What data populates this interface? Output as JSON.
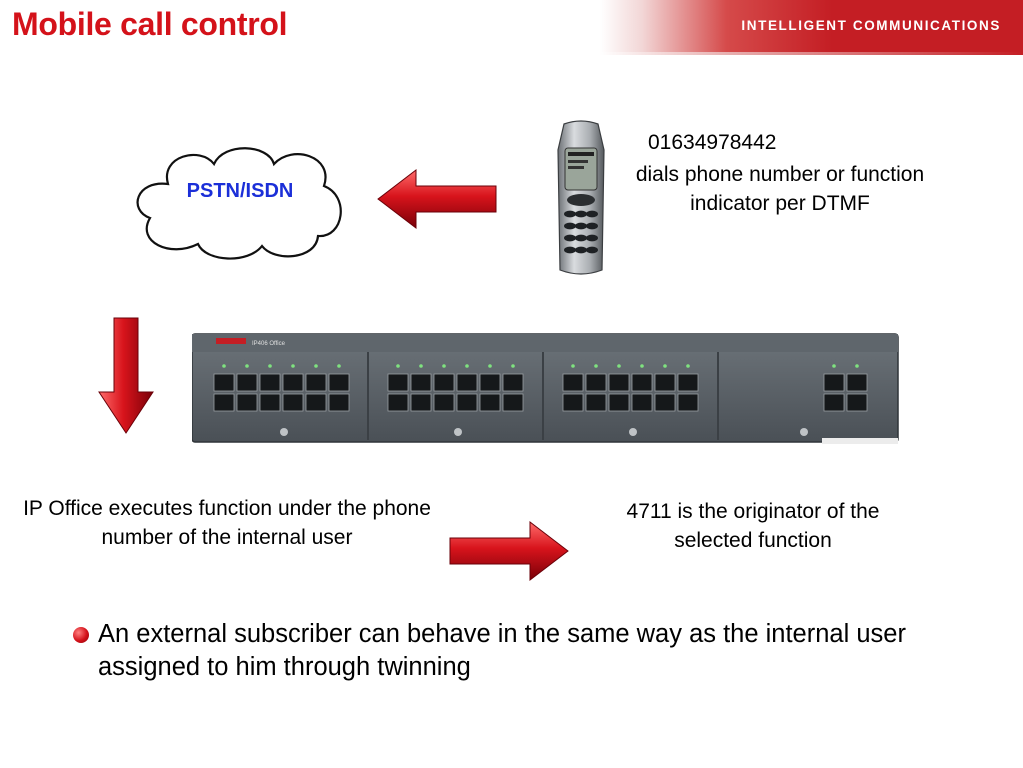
{
  "slide": {
    "title": "Mobile call control",
    "banner": "INTELLIGENT COMMUNICATIONS"
  },
  "diagram": {
    "cloud_label": "PSTN/ISDN",
    "phone_number": "01634978442",
    "phone_description": "dials phone number or function indicator per DTMF",
    "ip_office_description": "IP Office executes function under the phone number of the internal user",
    "originator_description": "4711 is the originator of the selected function",
    "ip_office_panel_label": "IP406 Office",
    "colors": {
      "accent": "#d4121a",
      "cloud_text": "#1b2fd8",
      "panel": "#5b6268"
    }
  },
  "bullets": [
    {
      "text": "An external subscriber can behave in the same way as the internal user assigned to him through twinning"
    }
  ]
}
